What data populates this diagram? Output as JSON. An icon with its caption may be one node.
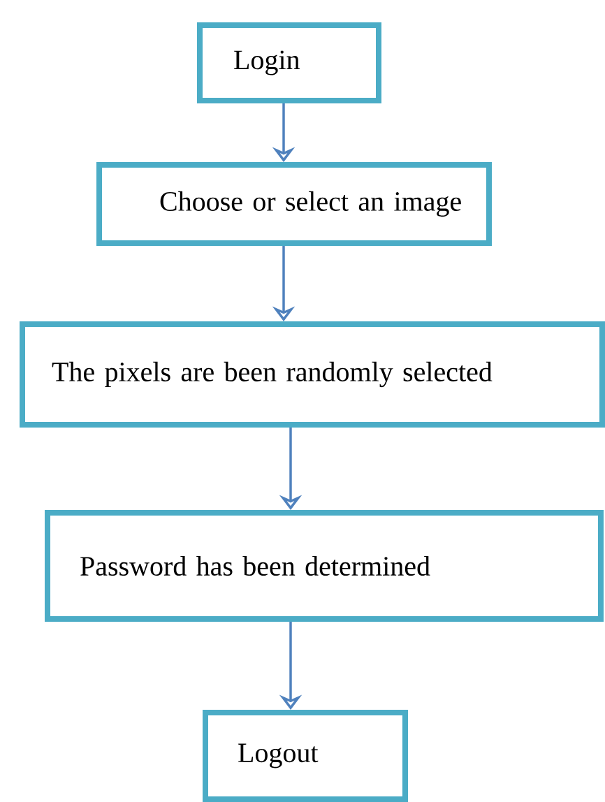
{
  "diagram": {
    "nodes": [
      {
        "text": [
          "Login"
        ]
      },
      {
        "text": [
          "Choose or select an image"
        ]
      },
      {
        "text": [
          "The pixels are been randomly selected"
        ]
      },
      {
        "text": [
          "Password has been determined"
        ]
      },
      {
        "text": [
          "Logout"
        ]
      }
    ],
    "edges": [
      {
        "from": 0,
        "to": 1,
        "arrow": "to"
      },
      {
        "from": 1,
        "to": 2,
        "arrow": "to"
      },
      {
        "from": 2,
        "to": 3,
        "arrow": "to"
      },
      {
        "from": 3,
        "to": 4,
        "arrow": "to"
      }
    ]
  }
}
